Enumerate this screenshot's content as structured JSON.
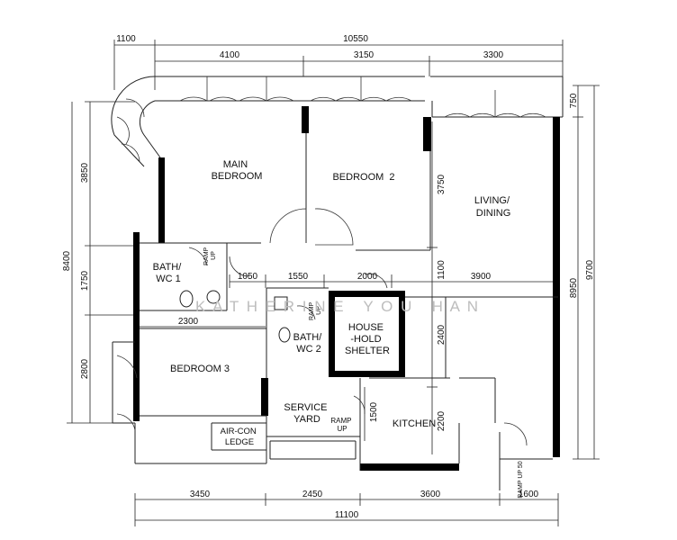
{
  "dimensions": {
    "top_overall_left": "1100",
    "top_overall_right": "10550",
    "top_segment_1": "4100",
    "top_segment_2": "3150",
    "top_segment_3": "3300",
    "right_small": "750",
    "right_mid": "8950",
    "right_overall": "9700",
    "left_overall": "8400",
    "left_1": "3850",
    "left_2": "1750",
    "left_3": "2800",
    "bedroom2_height": "3750",
    "corridor_1": "1050",
    "corridor_2": "1550",
    "corridor_3": "2000",
    "living_width": "3900",
    "living_gap": "1100",
    "bath1_width": "2300",
    "shelter_height": "2400",
    "service_height": "1500",
    "kitchen_height": "2200",
    "bottom_1": "3450",
    "bottom_2": "2450",
    "bottom_3": "3600",
    "bottom_4": "1600",
    "bottom_overall": "11100"
  },
  "rooms": {
    "main_bedroom": [
      "MAIN",
      "BEDROOM"
    ],
    "bedroom_2": "BEDROOM  2",
    "living_dining": [
      "LIVING/",
      "DINING"
    ],
    "bath_wc_1": [
      "BATH/",
      "WC 1"
    ],
    "household_shelter": [
      "HOUSE",
      "-HOLD",
      "SHELTER"
    ],
    "bath_wc_2": [
      "BATH/",
      "WC 2"
    ],
    "bedroom_3": "BEDROOM 3",
    "service_yard": [
      "SERVICE",
      "YARD"
    ],
    "kitchen": "KITCHEN",
    "aircon_ledge": [
      "AIR-CON",
      "LEDGE"
    ]
  },
  "ramps": {
    "ramp_bath1": [
      "RAMP",
      "UP"
    ],
    "ramp_bath2": [
      "RAMP",
      "UP"
    ],
    "ramp_service": [
      "RAMP",
      "UP"
    ],
    "ramp_bottom": "RAMP UP 50"
  },
  "watermark": "K A T H E R I N E   Y O U   H A N"
}
